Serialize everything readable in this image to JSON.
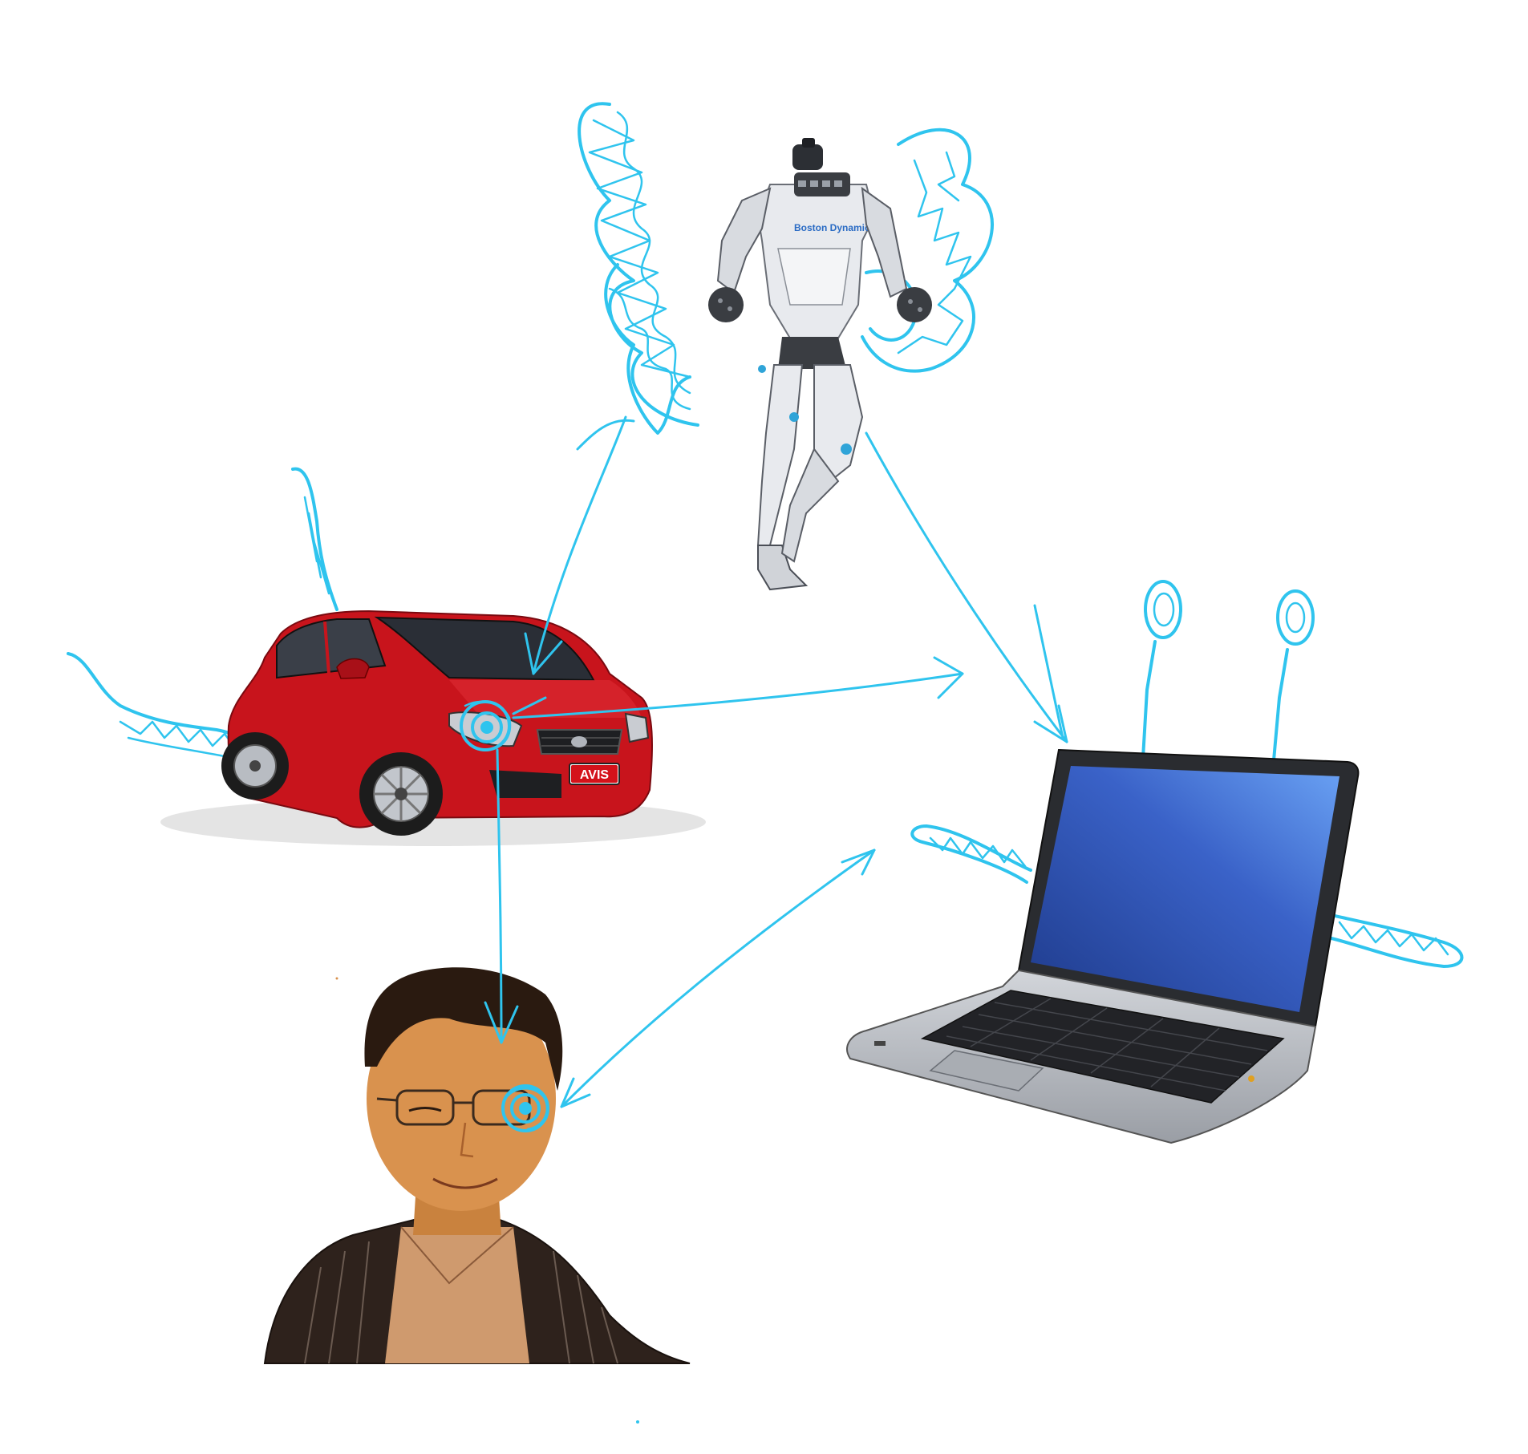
{
  "robot": {
    "chest_logo": "Boston Dynamics"
  },
  "car": {
    "plate_text": "AVIS"
  },
  "colors": {
    "scribble": "#2fc4ee",
    "car_body": "#c8141c",
    "laptop_screen": "#3a62c8",
    "laptop_body": "#b8bcc2",
    "robot_white": "#e8eaee",
    "robot_dark": "#3a3d42",
    "skin": "#d9924e"
  },
  "nodes": [
    "robot",
    "car",
    "laptop",
    "person"
  ],
  "edges": [
    {
      "from": "robot",
      "to": "car"
    },
    {
      "from": "robot",
      "to": "laptop"
    },
    {
      "from": "car",
      "to": "laptop"
    },
    {
      "from": "car",
      "to": "person"
    },
    {
      "from": "person",
      "to": "laptop"
    }
  ]
}
